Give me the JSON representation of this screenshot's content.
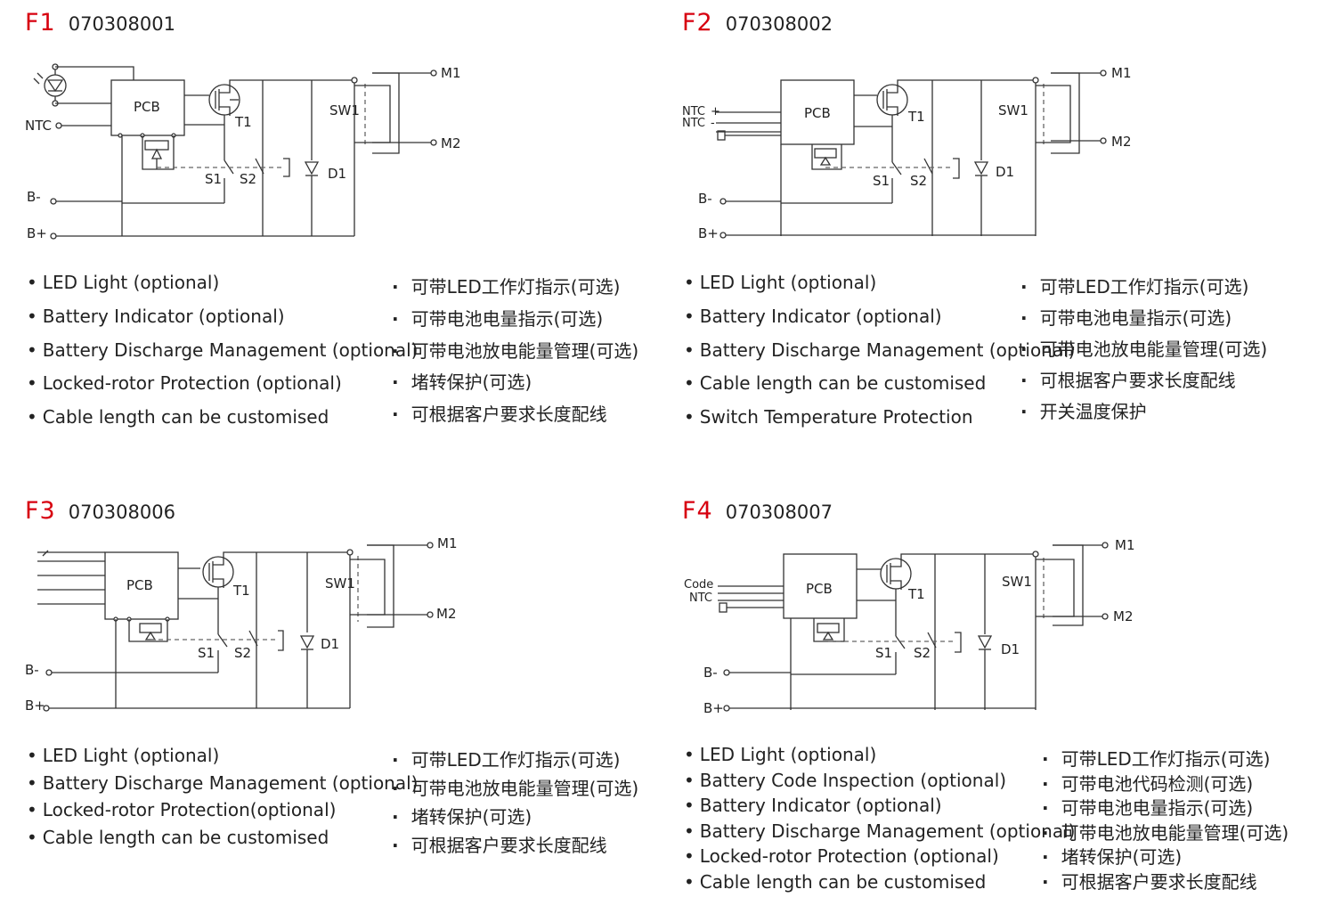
{
  "panels": [
    {
      "id": "F1",
      "code": "070308001",
      "labels": {
        "ntc": "NTC",
        "pcb": "PCB",
        "t1": "T1",
        "sw1": "SW1",
        "s1": "S1",
        "s2": "S2",
        "d1": "D1",
        "bminus": "B-",
        "bplus": "B+",
        "m1": "M1",
        "m2": "M2"
      },
      "features_en": [
        "LED Light (optional)",
        "Battery Indicator (optional)",
        "Battery Discharge Management (optional)",
        "Locked-rotor Protection (optional)",
        "Cable length can be customised"
      ],
      "features_cn": [
        "可带LED工作灯指示(可选)",
        "可带电池电量指示(可选)",
        "可带电池放电能量管理(可选)",
        "堵转保护(可选)",
        "可根据客户要求长度配线"
      ]
    },
    {
      "id": "F2",
      "code": "070308002",
      "labels": {
        "ntc1": "NTC",
        "ntc2": "NTC",
        "plus": "+",
        "minus": "-",
        "pcb": "PCB",
        "t1": "T1",
        "sw1": "SW1",
        "s1": "S1",
        "s2": "S2",
        "d1": "D1",
        "bminus": "B-",
        "bplus": "B+",
        "m1": "M1",
        "m2": "M2"
      },
      "features_en": [
        "LED Light (optional)",
        "Battery Indicator (optional)",
        "Battery Discharge Management (optional)",
        "Cable length can be customised",
        "Switch Temperature Protection"
      ],
      "features_cn": [
        "可带LED工作灯指示(可选)",
        "可带电池电量指示(可选)",
        "可带电池放电能量管理(可选)",
        "可根据客户要求长度配线",
        "开关温度保护"
      ]
    },
    {
      "id": "F3",
      "code": "070308006",
      "labels": {
        "pcb": "PCB",
        "t1": "T1",
        "sw1": "SW1",
        "s1": "S1",
        "s2": "S2",
        "d1": "D1",
        "bminus": "B-",
        "bplus": "B+",
        "m1": "M1",
        "m2": "M2"
      },
      "features_en": [
        "LED Light (optional)",
        "Battery Discharge Management (optional)",
        "Locked-rotor Protection(optional)",
        "Cable length can be customised"
      ],
      "features_cn": [
        "可带LED工作灯指示(可选)",
        "可带电池放电能量管理(可选)",
        "堵转保护(可选)",
        "可根据客户要求长度配线"
      ]
    },
    {
      "id": "F4",
      "code": "070308007",
      "labels": {
        "code": "Code",
        "ntc": "NTC",
        "pcb": "PCB",
        "t1": "T1",
        "sw1": "SW1",
        "s1": "S1",
        "s2": "S2",
        "d1": "D1",
        "bminus": "B-",
        "bplus": "B+",
        "m1": "M1",
        "m2": "M2"
      },
      "features_en": [
        "LED Light (optional)",
        "Battery Code Inspection (optional)",
        "Battery Indicator (optional)",
        "Battery Discharge Management (optional)",
        "Locked-rotor Protection (optional)",
        "Cable length can be customised"
      ],
      "features_cn": [
        "可带LED工作灯指示(可选)",
        "可带电池代码检测(可选)",
        "可带电池电量指示(可选)",
        "可带电池放电能量管理(可选)",
        "堵转保护(可选)",
        "可根据客户要求长度配线"
      ]
    }
  ],
  "colors": {
    "accent": "#d7000f",
    "line": "#333333"
  }
}
